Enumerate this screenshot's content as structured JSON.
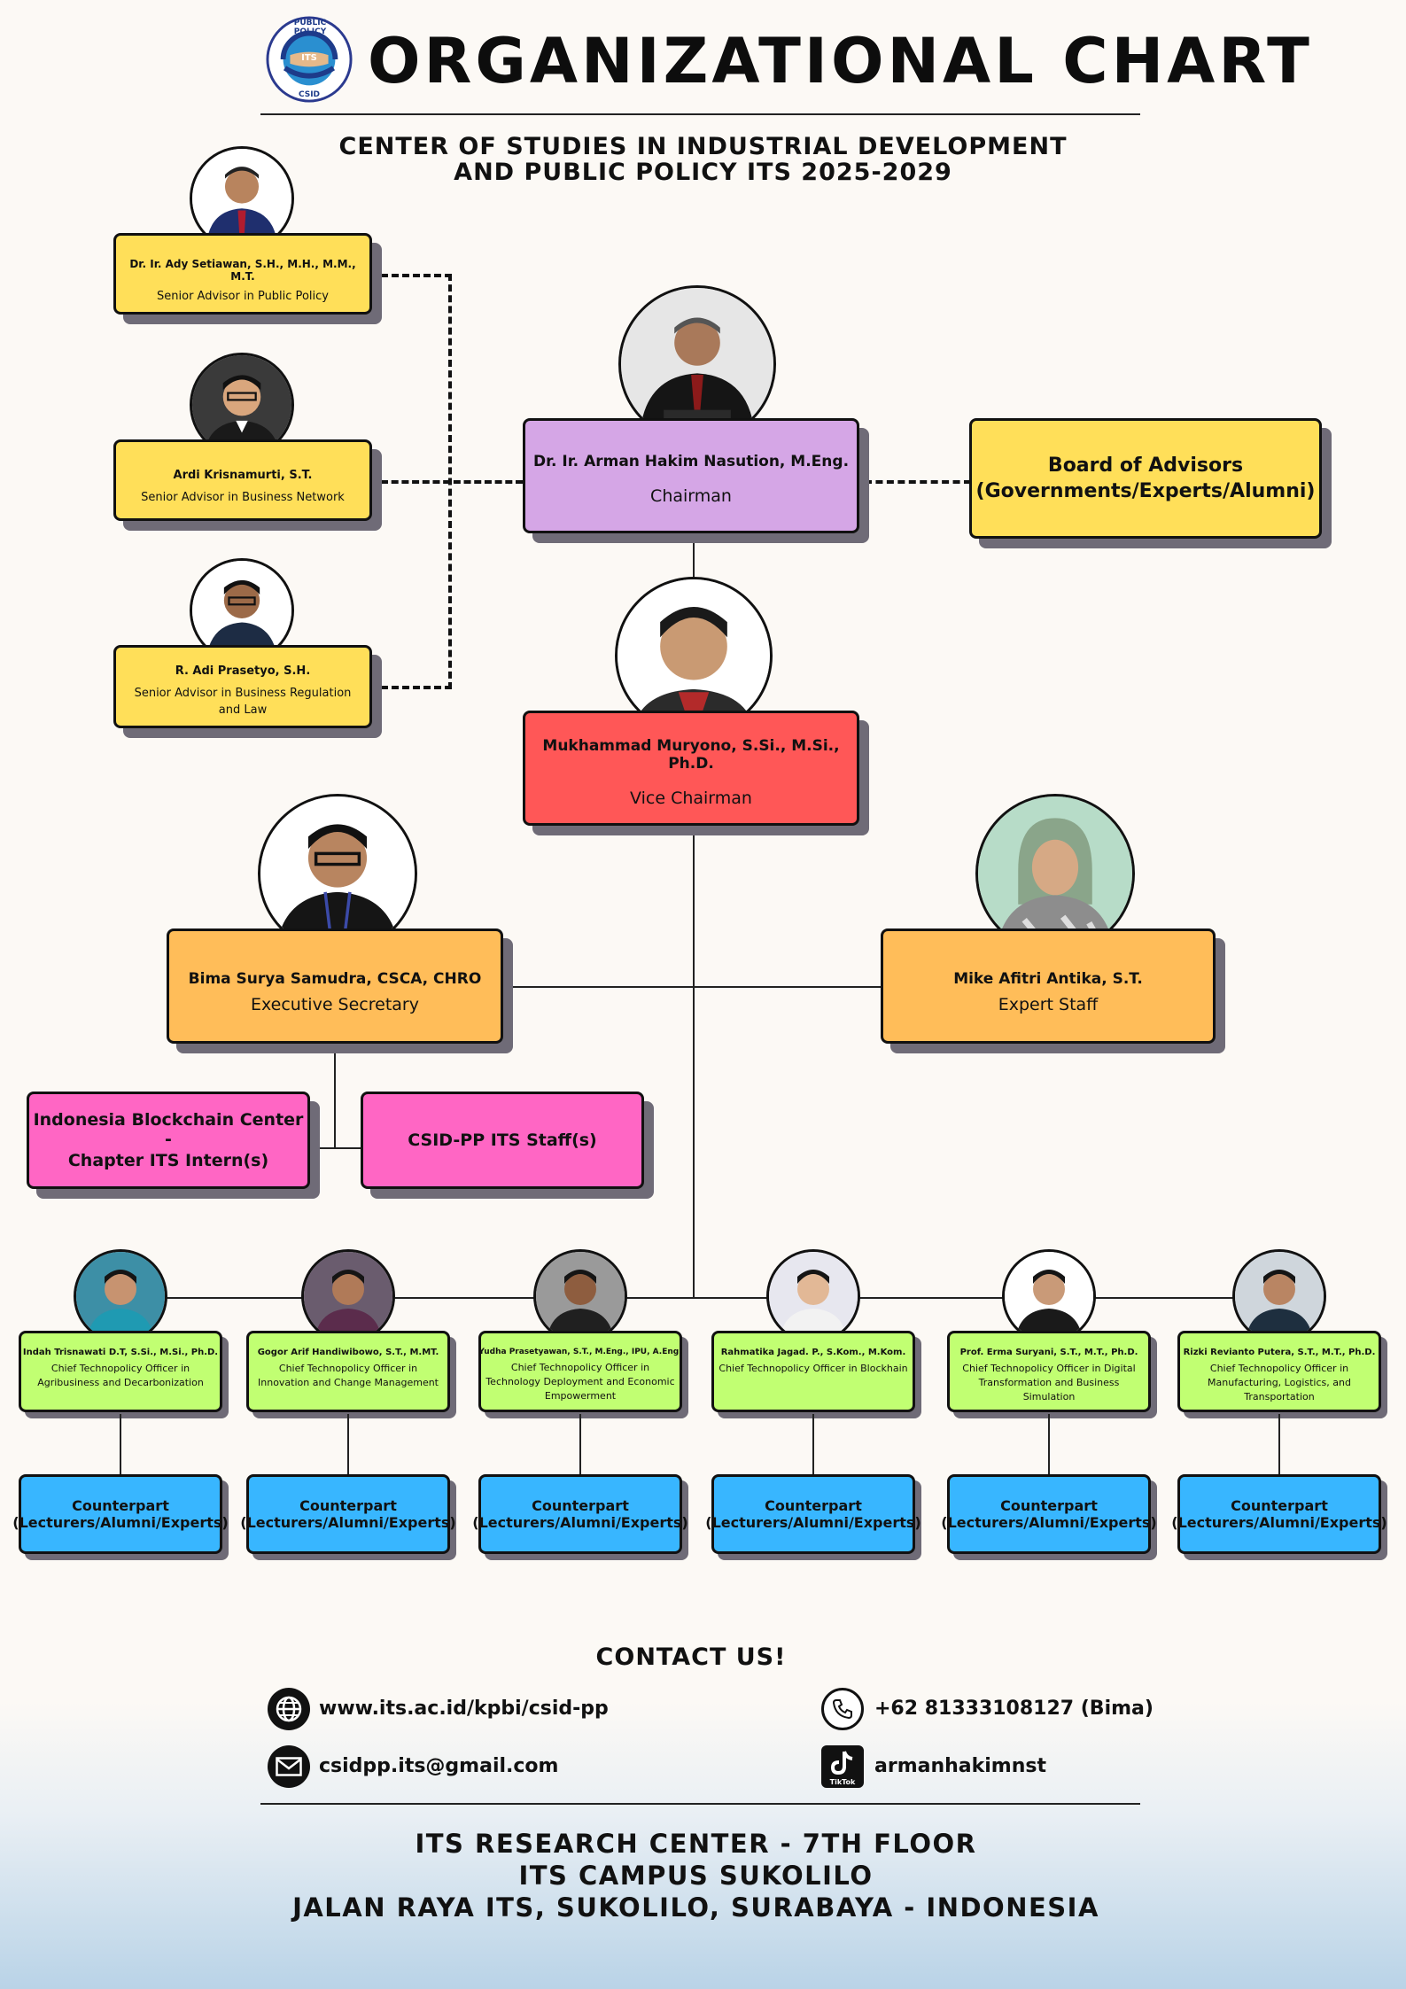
{
  "header": {
    "logo": {
      "top_text": "PUBLIC POLICY",
      "center_text": "ITS",
      "bottom_text": "CSID"
    },
    "title": "ORGANIZATIONAL CHART",
    "subtitle_line1": "CENTER OF STUDIES IN INDUSTRIAL DEVELOPMENT",
    "subtitle_line2": "AND PUBLIC POLICY ITS 2025-2029"
  },
  "advisors": [
    {
      "name": "Dr. Ir. Ady Setiawan, S.H., M.H., M.M., M.T.",
      "role": "Senior Advisor in Public Policy"
    },
    {
      "name": "Ardi Krisnamurti, S.T.",
      "role": "Senior Advisor in Business Network"
    },
    {
      "name": "R. Adi Prasetyo, S.H.",
      "role": "Senior Advisor in Business Regulation and Law"
    }
  ],
  "chairman": {
    "name": "Dr. Ir. Arman Hakim Nasution, M.Eng.",
    "role": "Chairman"
  },
  "board": {
    "line1": "Board of Advisors",
    "line2": "(Governments/Experts/Alumni)"
  },
  "vice_chairman": {
    "name": "Mukhammad Muryono, S.Si., M.Si., Ph.D.",
    "role": "Vice Chairman"
  },
  "exec_secretary": {
    "name": "Bima Surya Samudra, CSCA, CHRO",
    "role": "Executive Secretary"
  },
  "expert_staff": {
    "name": "Mike Afitri Antika, S.T.",
    "role": "Expert Staff"
  },
  "interns": {
    "line1": "Indonesia Blockchain Center -",
    "line2": "Chapter ITS Intern(s)"
  },
  "staff": {
    "label": "CSID-PP ITS Staff(s)"
  },
  "cto": [
    {
      "name": "Indah Trisnawati D.T, S.Si., M.Si., Ph.D.",
      "role": "Chief Technopolicy Officer in Agribusiness and Decarbonization"
    },
    {
      "name": "Gogor Arif Handiwibowo, S.T., M.MT.",
      "role": "Chief Technopolicy Officer in Innovation and Change Management"
    },
    {
      "name": "Yudha Prasetyawan, S.T., M.Eng., IPU, A.Eng.",
      "role": "Chief Technopolicy Officer in Technology Deployment and Economic Empowerment"
    },
    {
      "name": "Rahmatika Jagad. P., S.Kom., M.Kom.",
      "role": "Chief Technopolicy Officer in Blockhain"
    },
    {
      "name": "Prof. Erma Suryani, S.T., M.T., Ph.D.",
      "role": "Chief Technopolicy Officer in Digital Transformation and Business Simulation"
    },
    {
      "name": "Rizki Revianto Putera, S.T., M.T., Ph.D.",
      "role": "Chief Technopolicy Officer in Manufacturing, Logistics, and Transportation"
    }
  ],
  "counterpart": {
    "line1": "Counterpart",
    "line2": "(Lecturers/Alumni/Experts)"
  },
  "contact": {
    "heading": "CONTACT US!",
    "website": "www.its.ac.id/kpbi/csid-pp",
    "phone": "+62 81333108127 (Bima)",
    "email": "csidpp.its@gmail.com",
    "tiktok": "armanhakimnst",
    "tiktok_badge": "TikTok"
  },
  "footer": {
    "line1": "ITS RESEARCH CENTER - 7TH FLOOR",
    "line2": "ITS CAMPUS SUKOLILO",
    "line3": "JALAN RAYA ITS, SUKOLILO, SURABAYA - INDONESIA"
  },
  "colors": {
    "advisor": "#ffdf59",
    "chairman": "#d5a6e6",
    "vice": "#ff5757",
    "secretary": "#ffbd59",
    "intern": "#ff66c4",
    "cto": "#c1ff72",
    "counterpart": "#38b6ff"
  }
}
